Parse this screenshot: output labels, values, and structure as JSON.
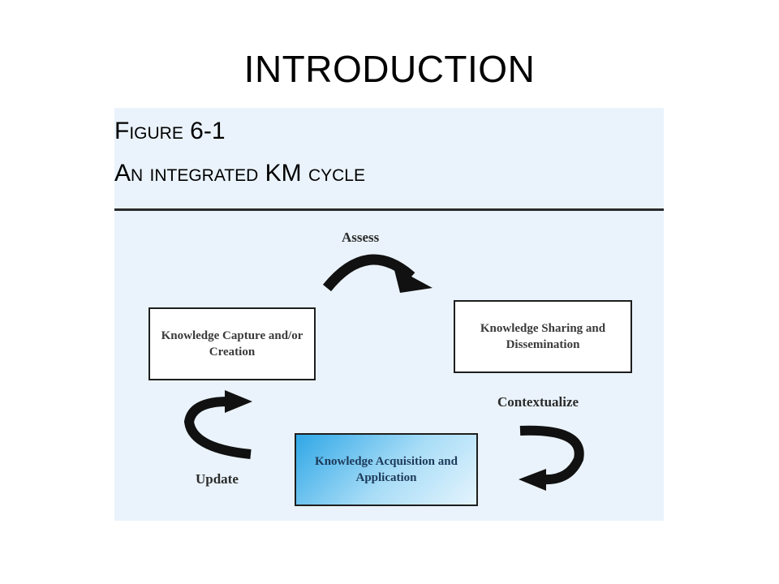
{
  "slide": {
    "title": "INTRODUCTION"
  },
  "figure": {
    "number": "Figure 6-1",
    "caption": "An integrated KM cycle",
    "nodes": {
      "capture": "Knowledge Capture and/or Creation",
      "sharing": "Knowledge Sharing and Dissemination",
      "acquisition": "Knowledge Acquisition and Application"
    },
    "steps": {
      "assess": "Assess",
      "contextualize": "Contextualize",
      "update": "Update"
    },
    "colors": {
      "panel_background": "#eaf3fb",
      "highlight_node": "#2fa7e6",
      "arrow": "#111111"
    }
  }
}
